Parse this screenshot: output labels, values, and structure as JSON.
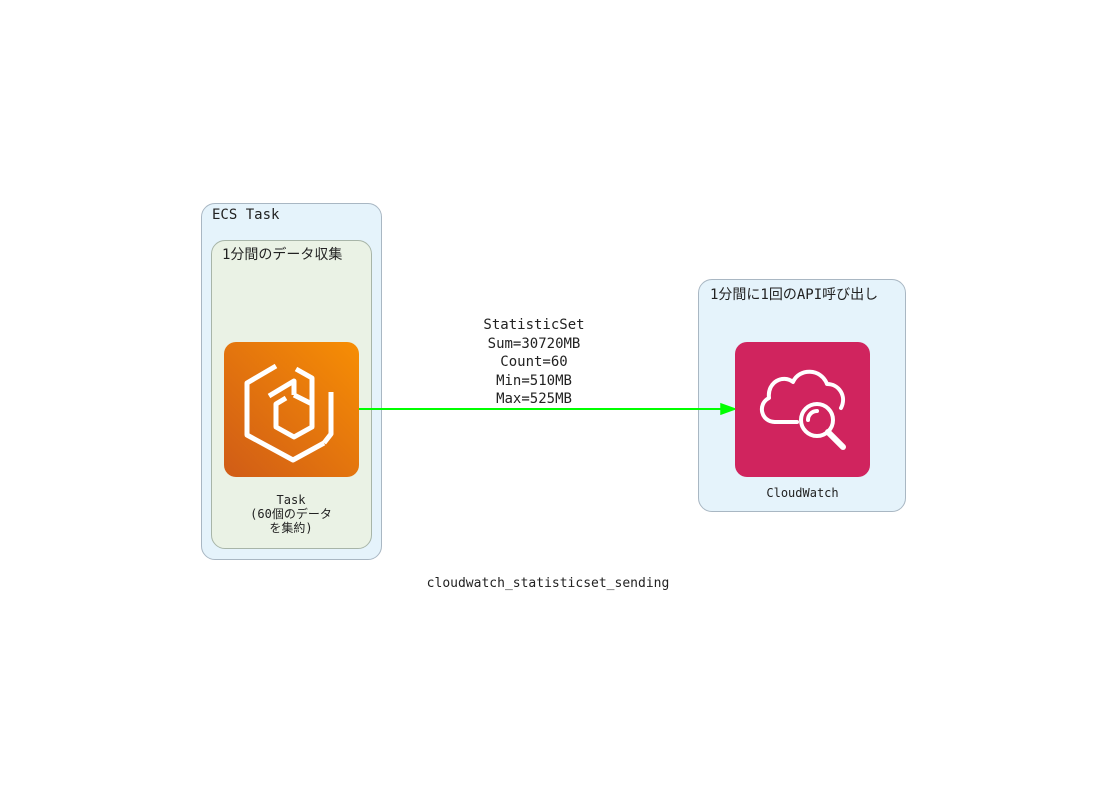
{
  "clusters": {
    "ecs_task": "ECS Task",
    "data_collection": "1分間のデータ収集",
    "api_call": "1分間に1回のAPI呼び出し"
  },
  "nodes": {
    "task": {
      "label": "Task\n(60個のデータ\nを集約)",
      "icon": "ecs-container-icon",
      "color_from": "#d05c17",
      "color_to": "#f78e04"
    },
    "cloudwatch": {
      "label": "CloudWatch",
      "icon": "cloudwatch-cloud-search-icon",
      "color": "#d0245e"
    }
  },
  "edge": {
    "label_lines": [
      "StatisticSet",
      "Sum=30720MB",
      "Count=60",
      "Min=510MB",
      "Max=525MB"
    ],
    "color": "#00ff00"
  },
  "graph_title": "cloudwatch_statisticset_sending"
}
